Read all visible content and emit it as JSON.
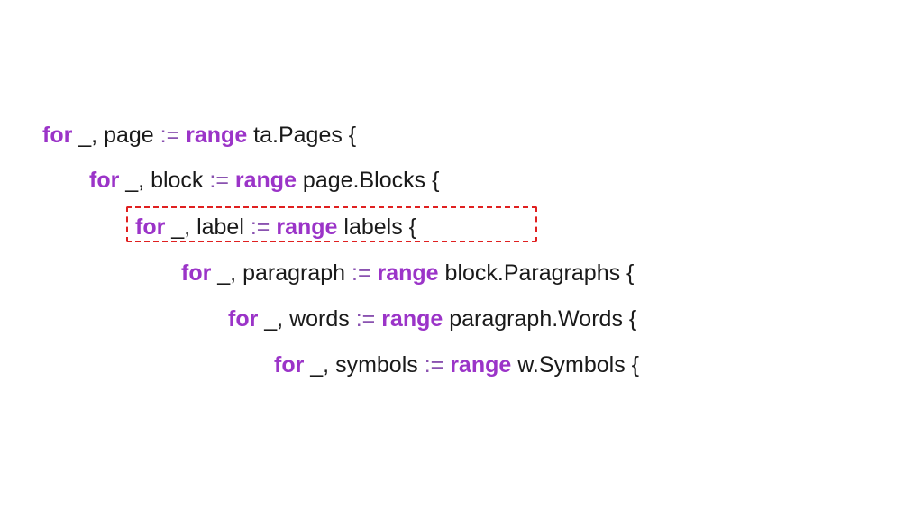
{
  "code": {
    "lines": [
      {
        "keyword": "for",
        "var": " _, page ",
        "op": ":=",
        "range": "range",
        "rest": " ta.Pages {"
      },
      {
        "keyword": "for",
        "var": " _, block ",
        "op": ":=",
        "range": "range",
        "rest": " page.Blocks {"
      },
      {
        "keyword": "for",
        "var": " _, label ",
        "op": ":=",
        "range": "range",
        "rest": " labels {"
      },
      {
        "keyword": "for",
        "var": " _, paragraph ",
        "op": ":=",
        "range": "range",
        "rest": " block.Paragraphs {"
      },
      {
        "keyword": "for",
        "var": " _, words ",
        "op": ":=",
        "range": "range",
        "rest": " paragraph.Words {"
      },
      {
        "keyword": "for",
        "var": " _, symbols ",
        "op": ":=",
        "range": "range",
        "rest": " w.Symbols {"
      }
    ]
  },
  "highlight": {
    "line_index": 2,
    "color": "#e02020"
  },
  "colors": {
    "keyword": "#9b34c8",
    "operator": "#8a52b0",
    "text": "#1a1a1a",
    "background": "#ffffff"
  }
}
